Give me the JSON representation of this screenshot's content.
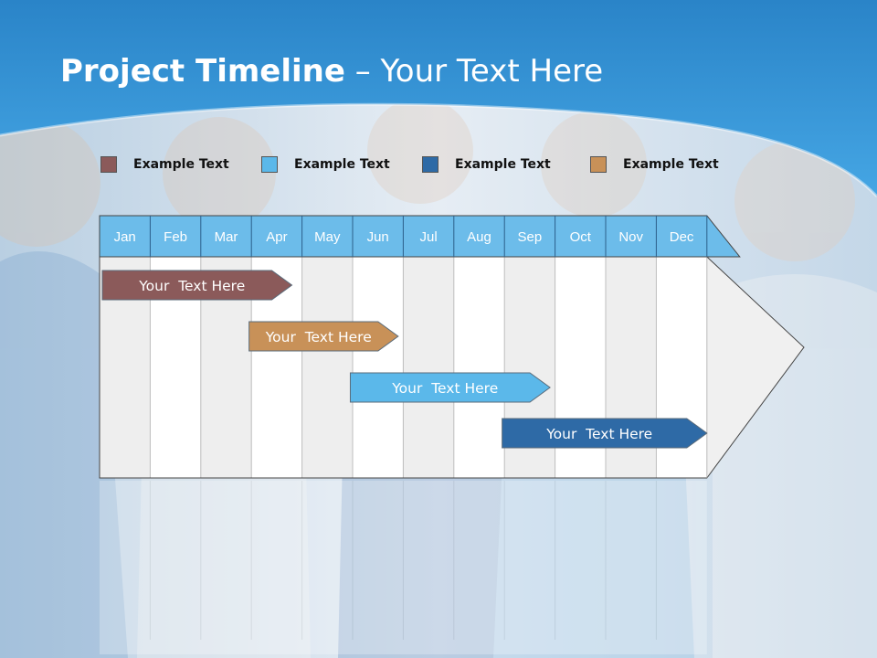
{
  "slide": {
    "title_bold": "Project Timeline",
    "title_rest": " – Your Text Here"
  },
  "legend": [
    {
      "label": "Example Text",
      "color": "#8b5a5a"
    },
    {
      "label": "Example Text",
      "color": "#5bb8ea"
    },
    {
      "label": "Example Text",
      "color": "#2e6aa6"
    },
    {
      "label": "Example Text",
      "color": "#c89158"
    }
  ],
  "chart_data": {
    "type": "gantt",
    "months": [
      "Jan",
      "Feb",
      "Mar",
      "Apr",
      "May",
      "Jun",
      "Jul",
      "Aug",
      "Sep",
      "Oct",
      "Nov",
      "Dec"
    ],
    "tasks": [
      {
        "label": "Your  Text Here",
        "start": 0.0,
        "end": 3.8,
        "color": "#8b5a5a"
      },
      {
        "label": "Your  Text Here",
        "start": 2.9,
        "end": 5.9,
        "color": "#c89158"
      },
      {
        "label": "Your  Text Here",
        "start": 4.9,
        "end": 8.9,
        "color": "#5bb8ea"
      },
      {
        "label": "Your  Text Here",
        "start": 7.9,
        "end": 12.0,
        "color": "#2e6aa6"
      }
    ]
  },
  "colors": {
    "header_blue": "#2f8fd4",
    "month_header": "#6cbcea",
    "grid_light": "#eeeeee",
    "grid_white": "#ffffff"
  }
}
